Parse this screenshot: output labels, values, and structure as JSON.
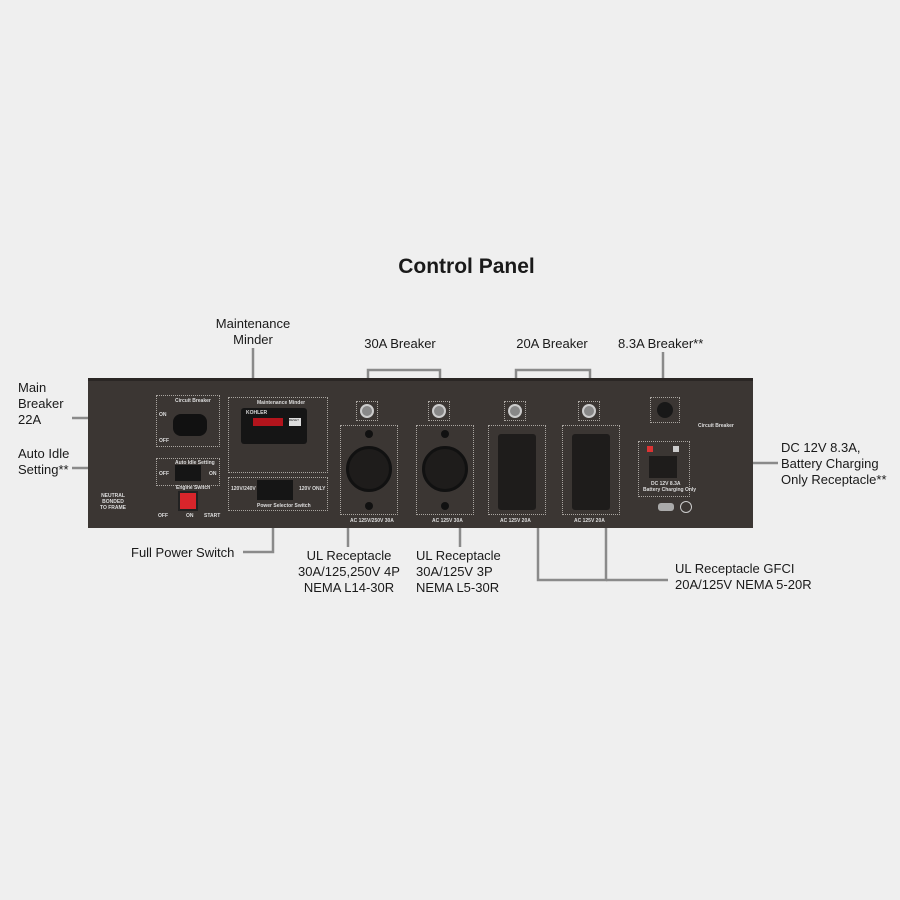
{
  "title": "Control Panel",
  "callouts": {
    "maintenance_minder": [
      "Maintenance",
      "Minder"
    ],
    "main_breaker": [
      "Main",
      "Breaker",
      "22A"
    ],
    "auto_idle": [
      "Auto Idle",
      "Setting**"
    ],
    "full_power_switch": "Full Power Switch",
    "breaker_30a": "30A Breaker",
    "breaker_20a": "20A Breaker",
    "breaker_8_3a": "8.3A Breaker**",
    "dc_receptacle": [
      "DC 12V 8.3A,",
      "Battery Charging",
      "Only Receptacle**"
    ],
    "l14": [
      "UL Receptacle",
      "30A/125,250V 4P",
      "NEMA L14-30R"
    ],
    "l5": [
      "UL Receptacle",
      "30A/125V 3P",
      "NEMA L5-30R"
    ],
    "gfci": [
      "UL Receptacle GFCI",
      "20A/125V NEMA 5-20R"
    ]
  },
  "panel": {
    "circuit_breaker": "Circuit Breaker",
    "on": "ON",
    "off": "OFF",
    "auto_idle_setting": "Auto Idle Setting",
    "engine_switch": "Engine Switch",
    "start": "START",
    "neutral": [
      "NEUTRAL",
      "BONDED",
      "TO FRAME"
    ],
    "maintenance_minder": "Maintenance Minder",
    "kohler": "KOHLER",
    "reset": "RESET",
    "mode_120_240": "120V/240V",
    "mode_120_only": "120V ONLY",
    "power_selector": "Power Selector Switch",
    "l14_rating": "AC 125V/250V 30A",
    "l5_rating": "AC 125V 30A",
    "gfci_rating": "AC 125V 20A",
    "dc_rating": "DC 12V 8.3A",
    "dc_note": "Battery Charging Only",
    "dc_circuit_breaker": "Circuit Breaker"
  },
  "colors": {
    "panel": "#3b3633",
    "background": "#efefef",
    "start_button": "#d8252b",
    "display": "#b3141c"
  }
}
